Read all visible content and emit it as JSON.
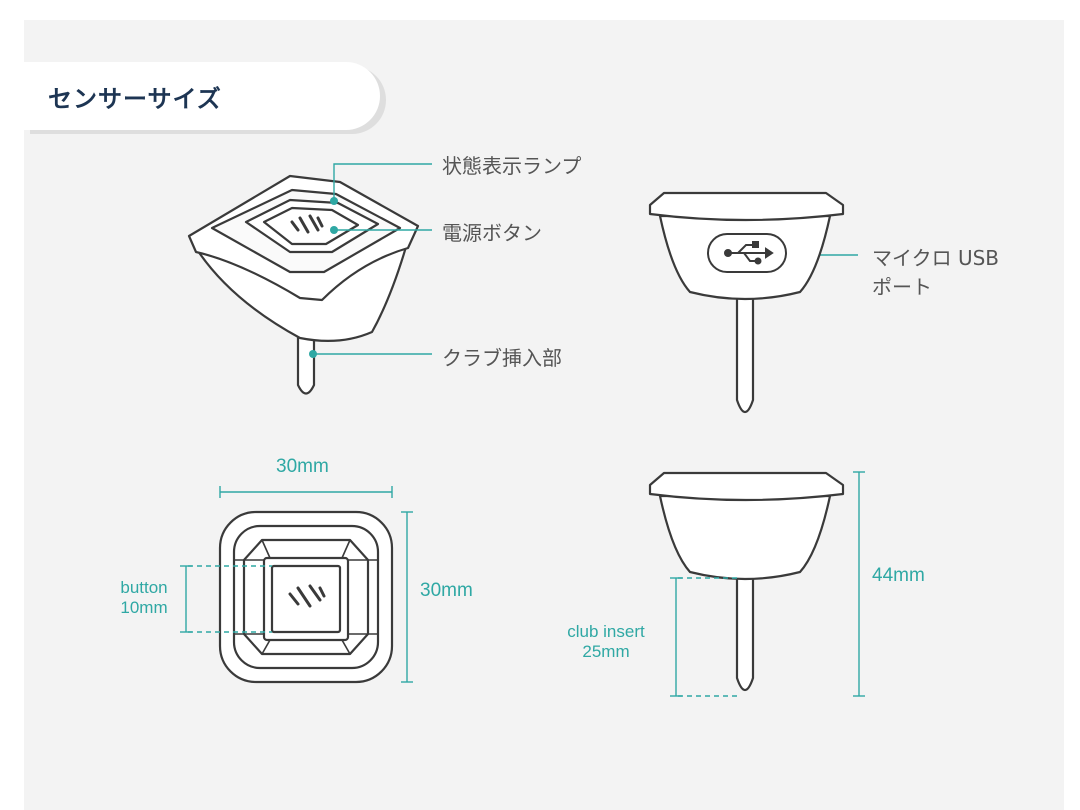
{
  "header": {
    "title": "センサーサイズ"
  },
  "callouts": {
    "status_lamp": "状態表示ランプ",
    "power_button": "電源ボタン",
    "club_insert_part": "クラブ挿入部",
    "micro_usb_line1": "マイクロ USB",
    "micro_usb_line2": "ポート"
  },
  "dimensions": {
    "top_width": "30mm",
    "top_height": "30mm",
    "button_label": "button",
    "button_size": "10mm",
    "total_height": "44mm",
    "club_insert_label": "club insert",
    "club_insert_length": "25mm"
  },
  "colors": {
    "accent": "#2fa8a4",
    "heading": "#1d3553",
    "outline": "#3a3a3a",
    "background": "#f3f3f3"
  }
}
